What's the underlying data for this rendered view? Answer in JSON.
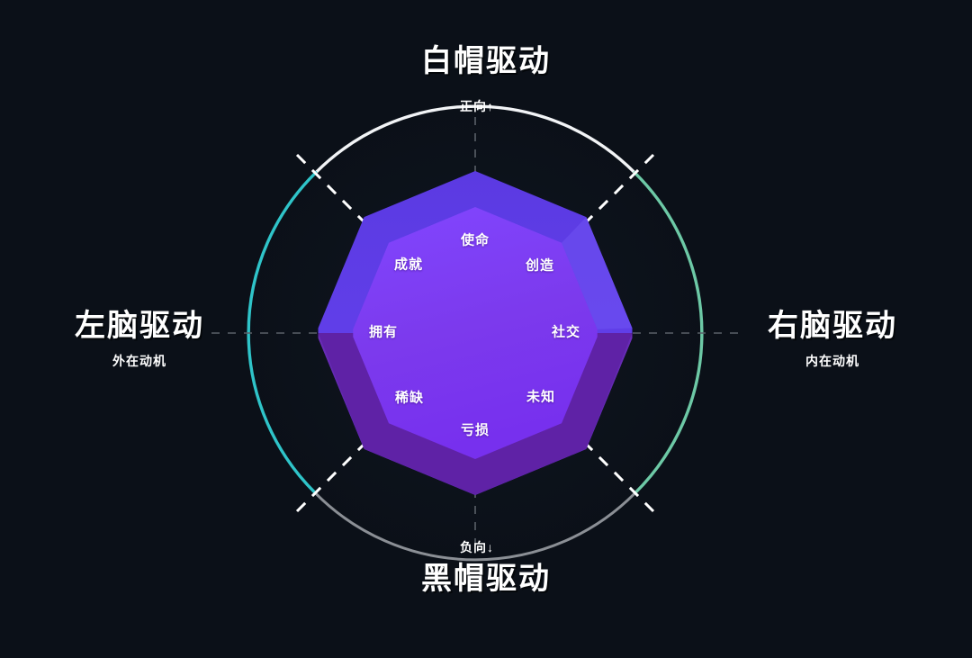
{
  "background_color": "#0b1018",
  "axes": {
    "top": {
      "title": "白帽驱动",
      "polarity": "正向↑"
    },
    "bottom": {
      "title": "黑帽驱动",
      "polarity": "负向↓"
    },
    "left": {
      "title": "左脑驱动",
      "subtitle": "外在动机"
    },
    "right": {
      "title": "右脑驱动",
      "subtitle": "内在动机"
    }
  },
  "core_drives": [
    {
      "id": "mission",
      "label": "使命",
      "position": "top"
    },
    {
      "id": "creativity",
      "label": "创造",
      "position": "upper-right"
    },
    {
      "id": "social",
      "label": "社交",
      "position": "right"
    },
    {
      "id": "unpredict",
      "label": "未知",
      "position": "lower-right"
    },
    {
      "id": "avoidance",
      "label": "亏损",
      "position": "bottom"
    },
    {
      "id": "scarcity",
      "label": "稀缺",
      "position": "lower-left"
    },
    {
      "id": "ownership",
      "label": "拥有",
      "position": "left"
    },
    {
      "id": "accomplish",
      "label": "成就",
      "position": "upper-left"
    }
  ],
  "arcs": [
    {
      "id": "arc-top",
      "color": "#f2f4f6",
      "quadrant": "top"
    },
    {
      "id": "arc-left",
      "color": "#2fc4c9",
      "quadrant": "left"
    },
    {
      "id": "arc-right",
      "color": "#6dc9a6",
      "quadrant": "right"
    },
    {
      "id": "arc-bottom",
      "color": "#8b8f95",
      "quadrant": "bottom"
    }
  ],
  "palette": {
    "octagon_face": "#7c3aed",
    "octagon_bevel_light": "#5b39e0",
    "octagon_bevel_dark": "#62259f",
    "dashed_diagonal": "#ffffff",
    "dashed_axis": "#5a6068"
  }
}
